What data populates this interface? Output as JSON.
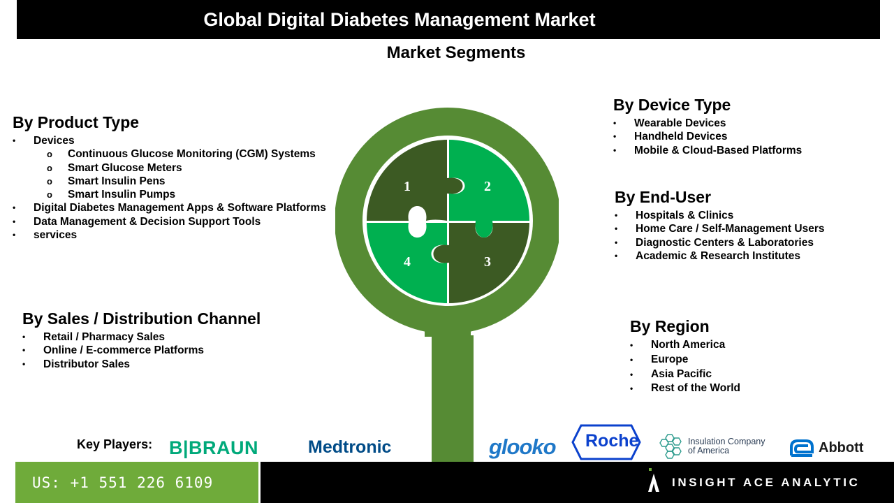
{
  "header": {
    "title": "Global Digital Diabetes Management Market",
    "subtitle": "Market Segments"
  },
  "product_type": {
    "heading": "By Product Type",
    "items": [
      {
        "label": "Devices",
        "level": 1
      },
      {
        "label": "Continuous Glucose Monitoring (CGM) Systems",
        "level": 2
      },
      {
        "label": "Smart Glucose Meters",
        "level": 2
      },
      {
        "label": "Smart Insulin Pens",
        "level": 2
      },
      {
        "label": "Smart Insulin Pumps",
        "level": 2
      },
      {
        "label": "Digital Diabetes Management Apps & Software Platforms",
        "level": 1
      },
      {
        "label": "Data Management & Decision Support Tools",
        "level": 1
      },
      {
        "label": "services",
        "level": 1
      }
    ]
  },
  "device_type": {
    "heading": "By Device Type",
    "items": [
      "Wearable Devices",
      "Handheld Devices",
      "Mobile & Cloud-Based Platforms"
    ]
  },
  "end_user": {
    "heading": "By End-User",
    "items": [
      "Hospitals & Clinics",
      "Home Care / Self-Management Users",
      "Diagnostic Centers & Laboratories",
      "Academic & Research Institutes"
    ]
  },
  "sales_channel": {
    "heading": "By Sales / Distribution Channel",
    "items": [
      "Retail / Pharmacy Sales",
      "Online / E-commerce Platforms",
      "Distributor Sales"
    ]
  },
  "region": {
    "heading": "By Region",
    "items": [
      "North America",
      "Europe",
      "Asia Pacific",
      "Rest of the World"
    ]
  },
  "puzzle": {
    "pieces": [
      "1",
      "2",
      "3",
      "4"
    ],
    "colors": {
      "ring": "#568b34",
      "dark": "#3c5a23",
      "bright": "#00b050"
    }
  },
  "key_players": {
    "label": "Key Players:",
    "logos": {
      "bbraun": "B|BRAUN",
      "medtronic": "Medtronic",
      "glooko": "glooko",
      "roche": "Roche",
      "insulation_line1": "Insulation Company",
      "insulation_line2": "of America",
      "abbott": "Abbott"
    }
  },
  "footer": {
    "phone": "US: +1 551 226 6109",
    "brand": "INSIGHT ACE ANALYTIC"
  }
}
